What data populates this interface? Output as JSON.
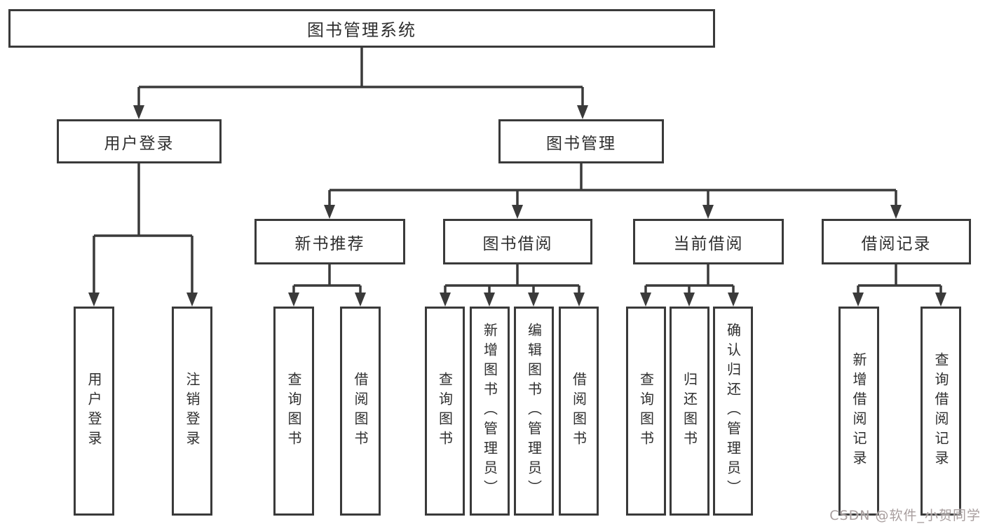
{
  "diagram": {
    "colors": {
      "line": "#3a3a3a",
      "text": "#2f2f2f",
      "box_bg": "#ffffff",
      "watermark": "#a89e9e"
    },
    "root": {
      "label": "图书管理系统"
    },
    "level1": {
      "user_login": {
        "label": "用户登录"
      },
      "book_mgmt": {
        "label": "图书管理"
      }
    },
    "level2": {
      "recommend": {
        "label": "新书推荐"
      },
      "borrow": {
        "label": "图书借阅"
      },
      "current": {
        "label": "当前借阅"
      },
      "records": {
        "label": "借阅记录"
      }
    },
    "leaves": [
      {
        "label": "用户登录"
      },
      {
        "label": "注销登录"
      },
      {
        "label": "查询图书"
      },
      {
        "label": "借阅图书"
      },
      {
        "label": "查询图书"
      },
      {
        "label": "新增图书（管理员）"
      },
      {
        "label": "编辑图书（管理员）"
      },
      {
        "label": "借阅图书"
      },
      {
        "label": "查询图书"
      },
      {
        "label": "归还图书"
      },
      {
        "label": "确认归还（管理员）"
      },
      {
        "label": "新增借阅记录"
      },
      {
        "label": "查询借阅记录"
      }
    ],
    "watermark": {
      "text": "CSDN @软件_小贺同学"
    }
  }
}
